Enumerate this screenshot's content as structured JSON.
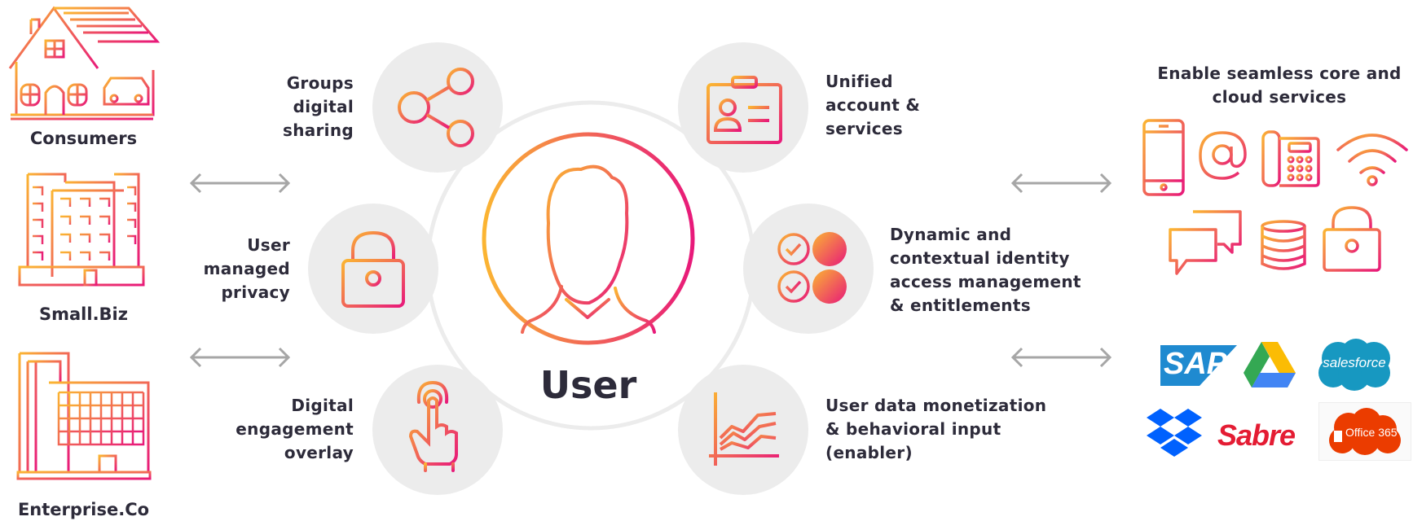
{
  "colors": {
    "gradient_start": "#fbb532",
    "gradient_end": "#e8197a",
    "circle_bg": "#ececec",
    "text": "#2d2b3a",
    "arrow": "#a6a6a6"
  },
  "left_categories": [
    {
      "label": "Consumers",
      "icon": "house-icon"
    },
    {
      "label": "Small.Biz",
      "icon": "small-building-icon"
    },
    {
      "label": "Enterprise.Co",
      "icon": "office-building-icon"
    }
  ],
  "center": {
    "label": "User",
    "icon": "user-silhouette-icon"
  },
  "features": {
    "groups": {
      "line1": "Groups",
      "line2": "digital",
      "line3": "sharing",
      "icon": "share-icon"
    },
    "privacy": {
      "line1": "User",
      "line2": "managed",
      "line3": "privacy",
      "icon": "padlock-icon"
    },
    "engagement": {
      "line1": "Digital",
      "line2": "engagement",
      "line3": "overlay",
      "icon": "tap-hand-icon"
    },
    "unified": {
      "line1": "Unified",
      "line2": "account &",
      "line3": "services",
      "icon": "id-card-icon"
    },
    "identity": {
      "line1": "Dynamic and",
      "line2": "contextual identity",
      "line3": "access management",
      "line4": "& entitlements",
      "icon": "checklist-icon"
    },
    "monetization": {
      "line1": "User data monetization",
      "line2": "& behavioral input",
      "line3": "(enabler)",
      "icon": "line-chart-icon"
    }
  },
  "services": {
    "heading_line1": "Enable seamless core and",
    "heading_line2": "cloud services",
    "icons": [
      "mobile-phone-icon",
      "at-sign-icon",
      "desk-phone-icon",
      "wifi-icon",
      "chat-bubbles-icon",
      "database-icon",
      "padlock-icon"
    ],
    "logos": {
      "sap": "SAP",
      "drive": "google-drive-logo",
      "salesforce": "salesforce",
      "dropbox": "dropbox-logo",
      "sabre": "Sabre",
      "office365": "Office 365"
    }
  }
}
